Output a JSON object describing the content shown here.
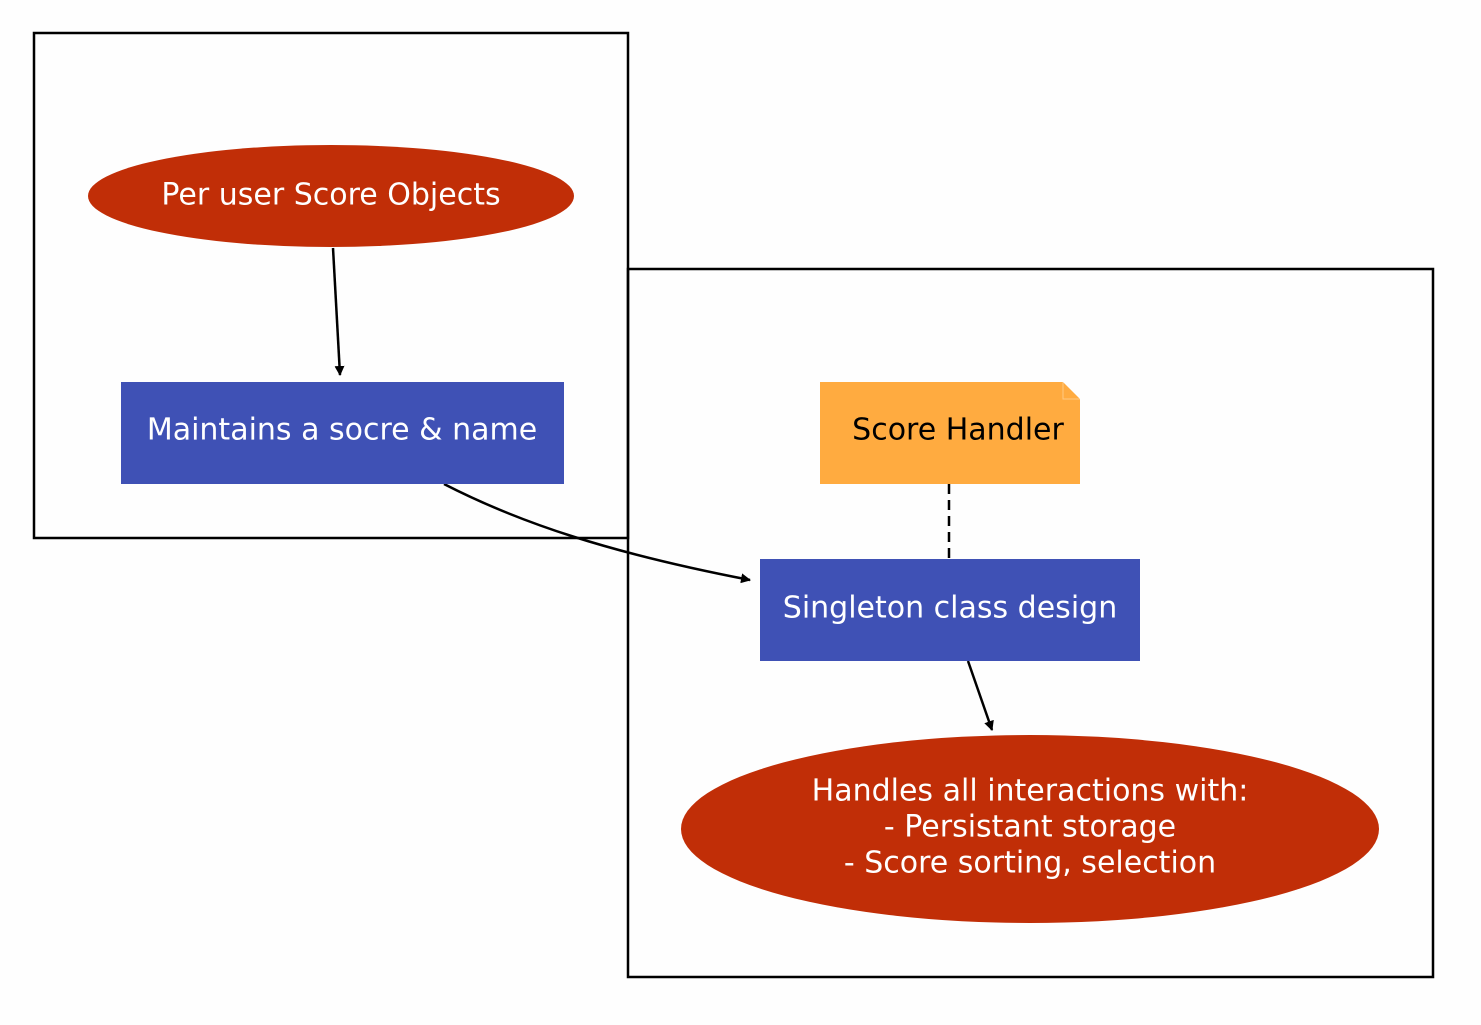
{
  "diagram": {
    "clusters": [
      {
        "id": "left-cluster"
      },
      {
        "id": "right-cluster"
      }
    ],
    "nodes": {
      "per_user_score_objects": {
        "label": "Per user Score Objects",
        "shape": "ellipse",
        "fill": "#c12e07",
        "text_color": "#ffffff"
      },
      "maintains_score_name": {
        "label": "Maintains a socre & name",
        "shape": "box",
        "fill": "#3f51b5",
        "text_color": "#ffffff"
      },
      "score_handler": {
        "label": "Score Handler",
        "shape": "note",
        "fill": "#ffab40",
        "text_color": "#000000"
      },
      "singleton_class_design": {
        "label": "Singleton class design",
        "shape": "box",
        "fill": "#3f51b5",
        "text_color": "#ffffff"
      },
      "handles_interactions": {
        "label_lines": [
          "Handles all interactions with:",
          "- Persistant storage",
          "- Score sorting, selection"
        ],
        "shape": "ellipse",
        "fill": "#c12e07",
        "text_color": "#ffffff"
      }
    },
    "edges": [
      {
        "from": "per_user_score_objects",
        "to": "maintains_score_name",
        "style": "solid",
        "arrow": true
      },
      {
        "from": "maintains_score_name",
        "to": "singleton_class_design",
        "style": "solid",
        "arrow": true
      },
      {
        "from": "score_handler",
        "to": "singleton_class_design",
        "style": "dashed",
        "arrow": false
      },
      {
        "from": "singleton_class_design",
        "to": "handles_interactions",
        "style": "solid",
        "arrow": true
      }
    ]
  }
}
